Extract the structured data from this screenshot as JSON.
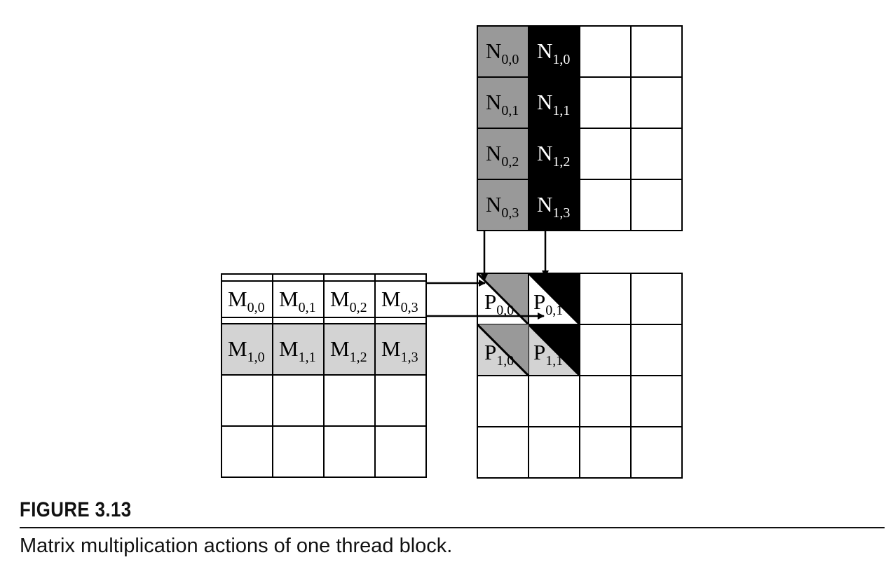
{
  "figure": {
    "number": "FIGURE 3.13",
    "caption": "Matrix multiplication actions of one thread block."
  },
  "colors": {
    "line": "#000000",
    "n_col0_fill": "#999999",
    "n_col1_fill": "#000000",
    "m_row1_fill": "#d3d3d3",
    "p_light_fill": "#d3d3d3",
    "p_mid_fill": "#999999",
    "p_dark_fill": "#000000",
    "blank": "#ffffff"
  },
  "matrices": {
    "N": {
      "labels": [
        [
          "N",
          "0,0",
          "N",
          "1,0"
        ],
        [
          "N",
          "0,1",
          "N",
          "1,1"
        ],
        [
          "N",
          "0,2",
          "N",
          "1,2"
        ],
        [
          "N",
          "0,3",
          "N",
          "1,3"
        ]
      ]
    },
    "M": {
      "labels": [
        [
          "M",
          "0,0"
        ],
        [
          "M",
          "0,1"
        ],
        [
          "M",
          "0,2"
        ],
        [
          "M",
          "0,3"
        ],
        [
          "M",
          "1,0"
        ],
        [
          "M",
          "1,1"
        ],
        [
          "M",
          "1,2"
        ],
        [
          "M",
          "1,3"
        ]
      ]
    },
    "P": {
      "labels": [
        [
          "P",
          "0,0"
        ],
        [
          "P",
          "0,1"
        ],
        [
          "P",
          "1,0"
        ],
        [
          "P",
          "1,1"
        ]
      ]
    }
  }
}
